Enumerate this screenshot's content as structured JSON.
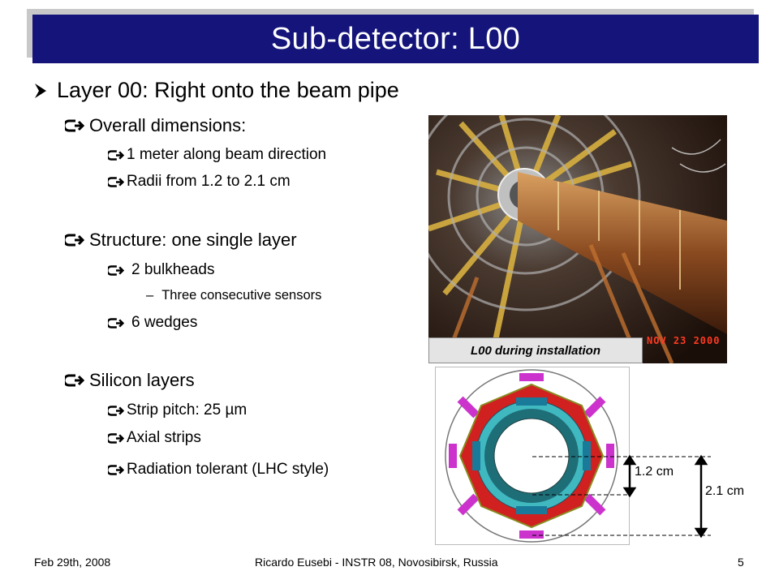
{
  "title": "Sub-detector: L00",
  "bullets": {
    "main": "Layer 00: Right onto the beam pipe",
    "overall": "Overall dimensions:",
    "length": "1 meter along beam direction",
    "radii": "Radii from 1.2 to 2.1 cm",
    "structure": "Structure: one single layer",
    "bulkheads": "2 bulkheads",
    "sensors": "Three consecutive sensors",
    "wedges": "6 wedges",
    "silicon": "Silicon layers",
    "pitch": "Strip pitch: 25 µm",
    "axial": "Axial strips",
    "radiation": "Radiation tolerant (LHC style)"
  },
  "figure": {
    "caption": "L00 during installation",
    "date_stamp": "NOV 23 2000",
    "inner_radius_label": "1.2 cm",
    "outer_radius_label": "2.1 cm"
  },
  "footer": {
    "date": "Feb 29th, 2008",
    "center": "Ricardo Eusebi - INSTR 08, Novosibirsk, Russia",
    "page": "5"
  },
  "colors": {
    "title_bar": "#14147a",
    "title_text": "#ffffff",
    "bullet_marker": "#000000"
  },
  "icons": {
    "level1": "arrowhead-bullet-icon",
    "level2": "curved-arrow-bullet-icon",
    "level4": "dash-bullet"
  }
}
